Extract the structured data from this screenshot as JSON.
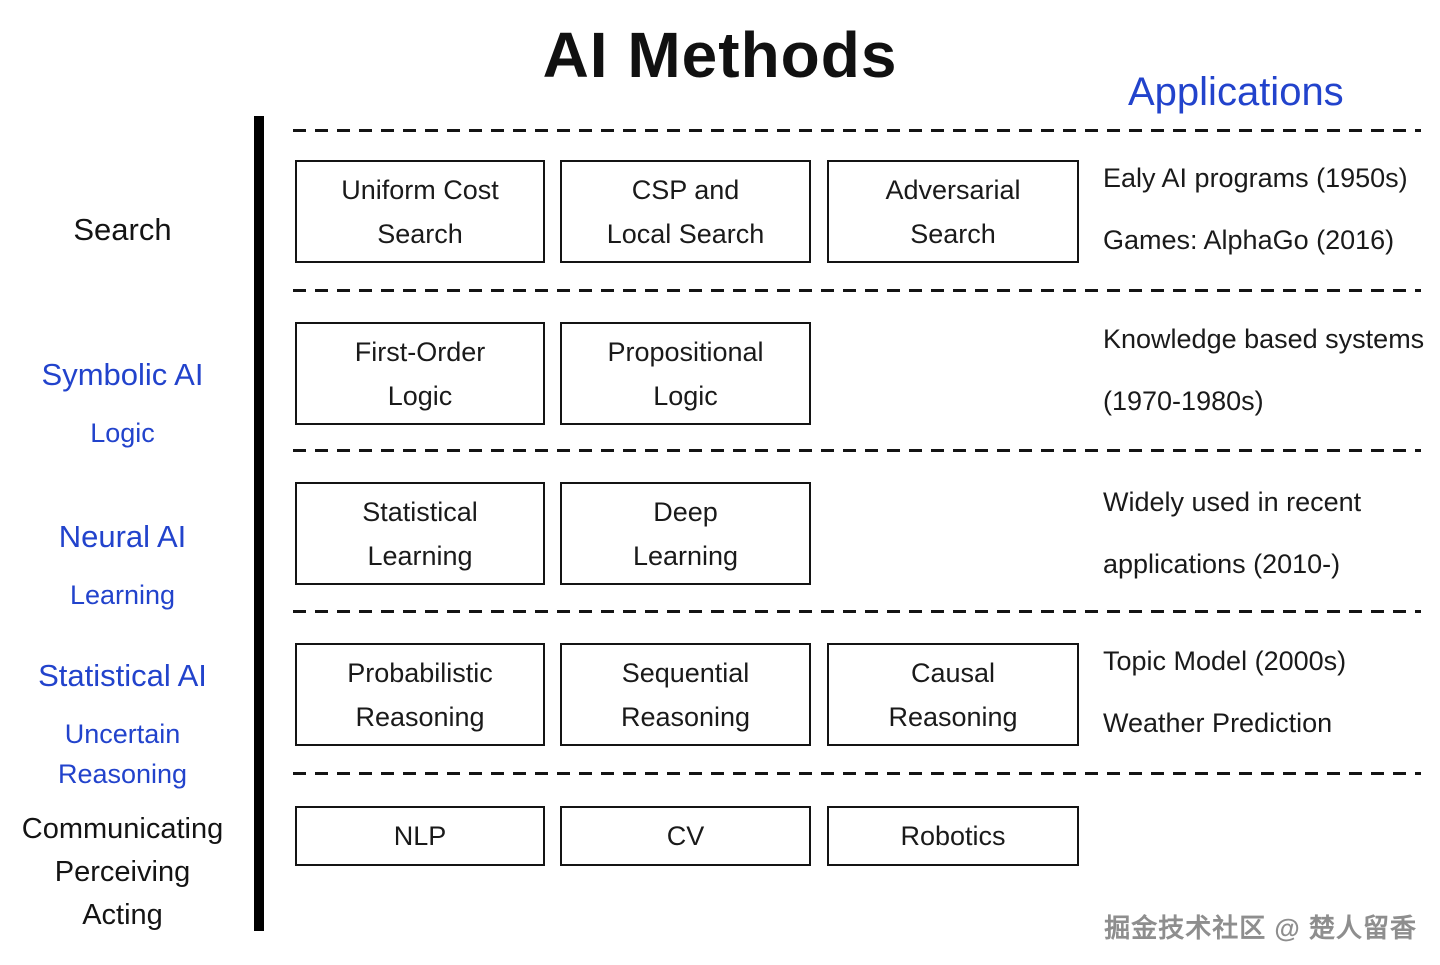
{
  "title": "AI Methods",
  "applications_header": "Applications",
  "colors": {
    "accent_blue": "#2243cc",
    "ink": "#141414",
    "watermark_gray": "#8e8e8e"
  },
  "categories": [
    {
      "label": "Search",
      "sublabel": ""
    },
    {
      "label": "Symbolic AI",
      "sublabel": "Logic"
    },
    {
      "label": "Neural AI",
      "sublabel": "Learning"
    },
    {
      "label": "Statistical AI",
      "sublabel": "Uncertain\nReasoning"
    },
    {
      "label": "Communicating\nPerceiving\nActing",
      "sublabel": ""
    }
  ],
  "method_rows": [
    [
      "Uniform Cost\nSearch",
      "CSP and\nLocal Search",
      "Adversarial\nSearch"
    ],
    [
      "First-Order\nLogic",
      "Propositional\nLogic"
    ],
    [
      "Statistical\nLearning",
      "Deep\nLearning"
    ],
    [
      "Probabilistic\nReasoning",
      "Sequential\nReasoning",
      "Causal\nReasoning"
    ],
    [
      "NLP",
      "CV",
      "Robotics"
    ]
  ],
  "applications": [
    "Ealy AI programs (1950s)\nGames: AlphaGo (2016)",
    "Knowledge based systems\n(1970-1980s)",
    "Widely used in recent\napplications (2010-)",
    "Topic Model (2000s)\nWeather Prediction"
  ],
  "watermark": "掘金技术社区 @ 楚人留香"
}
